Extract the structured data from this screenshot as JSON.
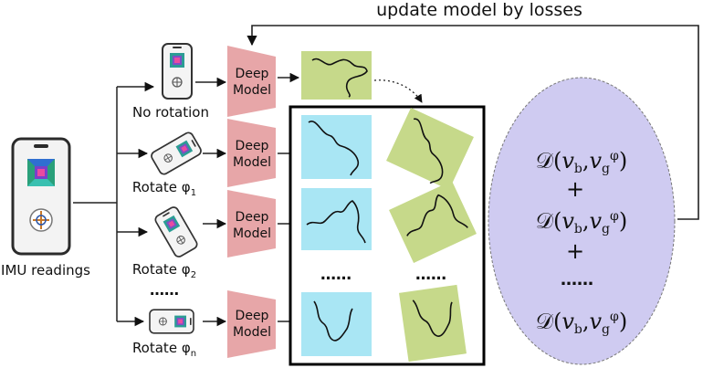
{
  "top_label": "update model by losses",
  "source_label": "IMU readings",
  "branches": [
    {
      "label": "No rotation"
    },
    {
      "label": "Rotate φ",
      "sub": "1"
    },
    {
      "label": "Rotate φ",
      "sub": "2"
    },
    {
      "label": "……"
    },
    {
      "label": "Rotate φ",
      "sub": "n"
    }
  ],
  "model_label_line1": "Deep",
  "model_label_line2": "Model",
  "ellipsis": "……",
  "loss_terms": [
    {
      "D": "𝒟",
      "open": "(",
      "vb": "v",
      "b": "b",
      "comma": ",",
      "vg": "v",
      "g": "g",
      "phi": "φ",
      "close": ")"
    },
    {
      "D": "𝒟",
      "open": "(",
      "vb": "v",
      "b": "b",
      "comma": ",",
      "vg": "v",
      "g": "g",
      "phi": "φ",
      "close": ")"
    },
    {
      "D": "𝒟",
      "open": "(",
      "vb": "v",
      "b": "b",
      "comma": ",",
      "vg": "v",
      "g": "g",
      "phi": "φ",
      "close": ")"
    }
  ],
  "plus": "+",
  "colors": {
    "model_fill": "#e7a6a8",
    "green_fill": "#c6d98a",
    "blue_fill": "#a9e6f4",
    "ellipse_fill": "#cfcbf1",
    "trajectory": "#111111"
  }
}
